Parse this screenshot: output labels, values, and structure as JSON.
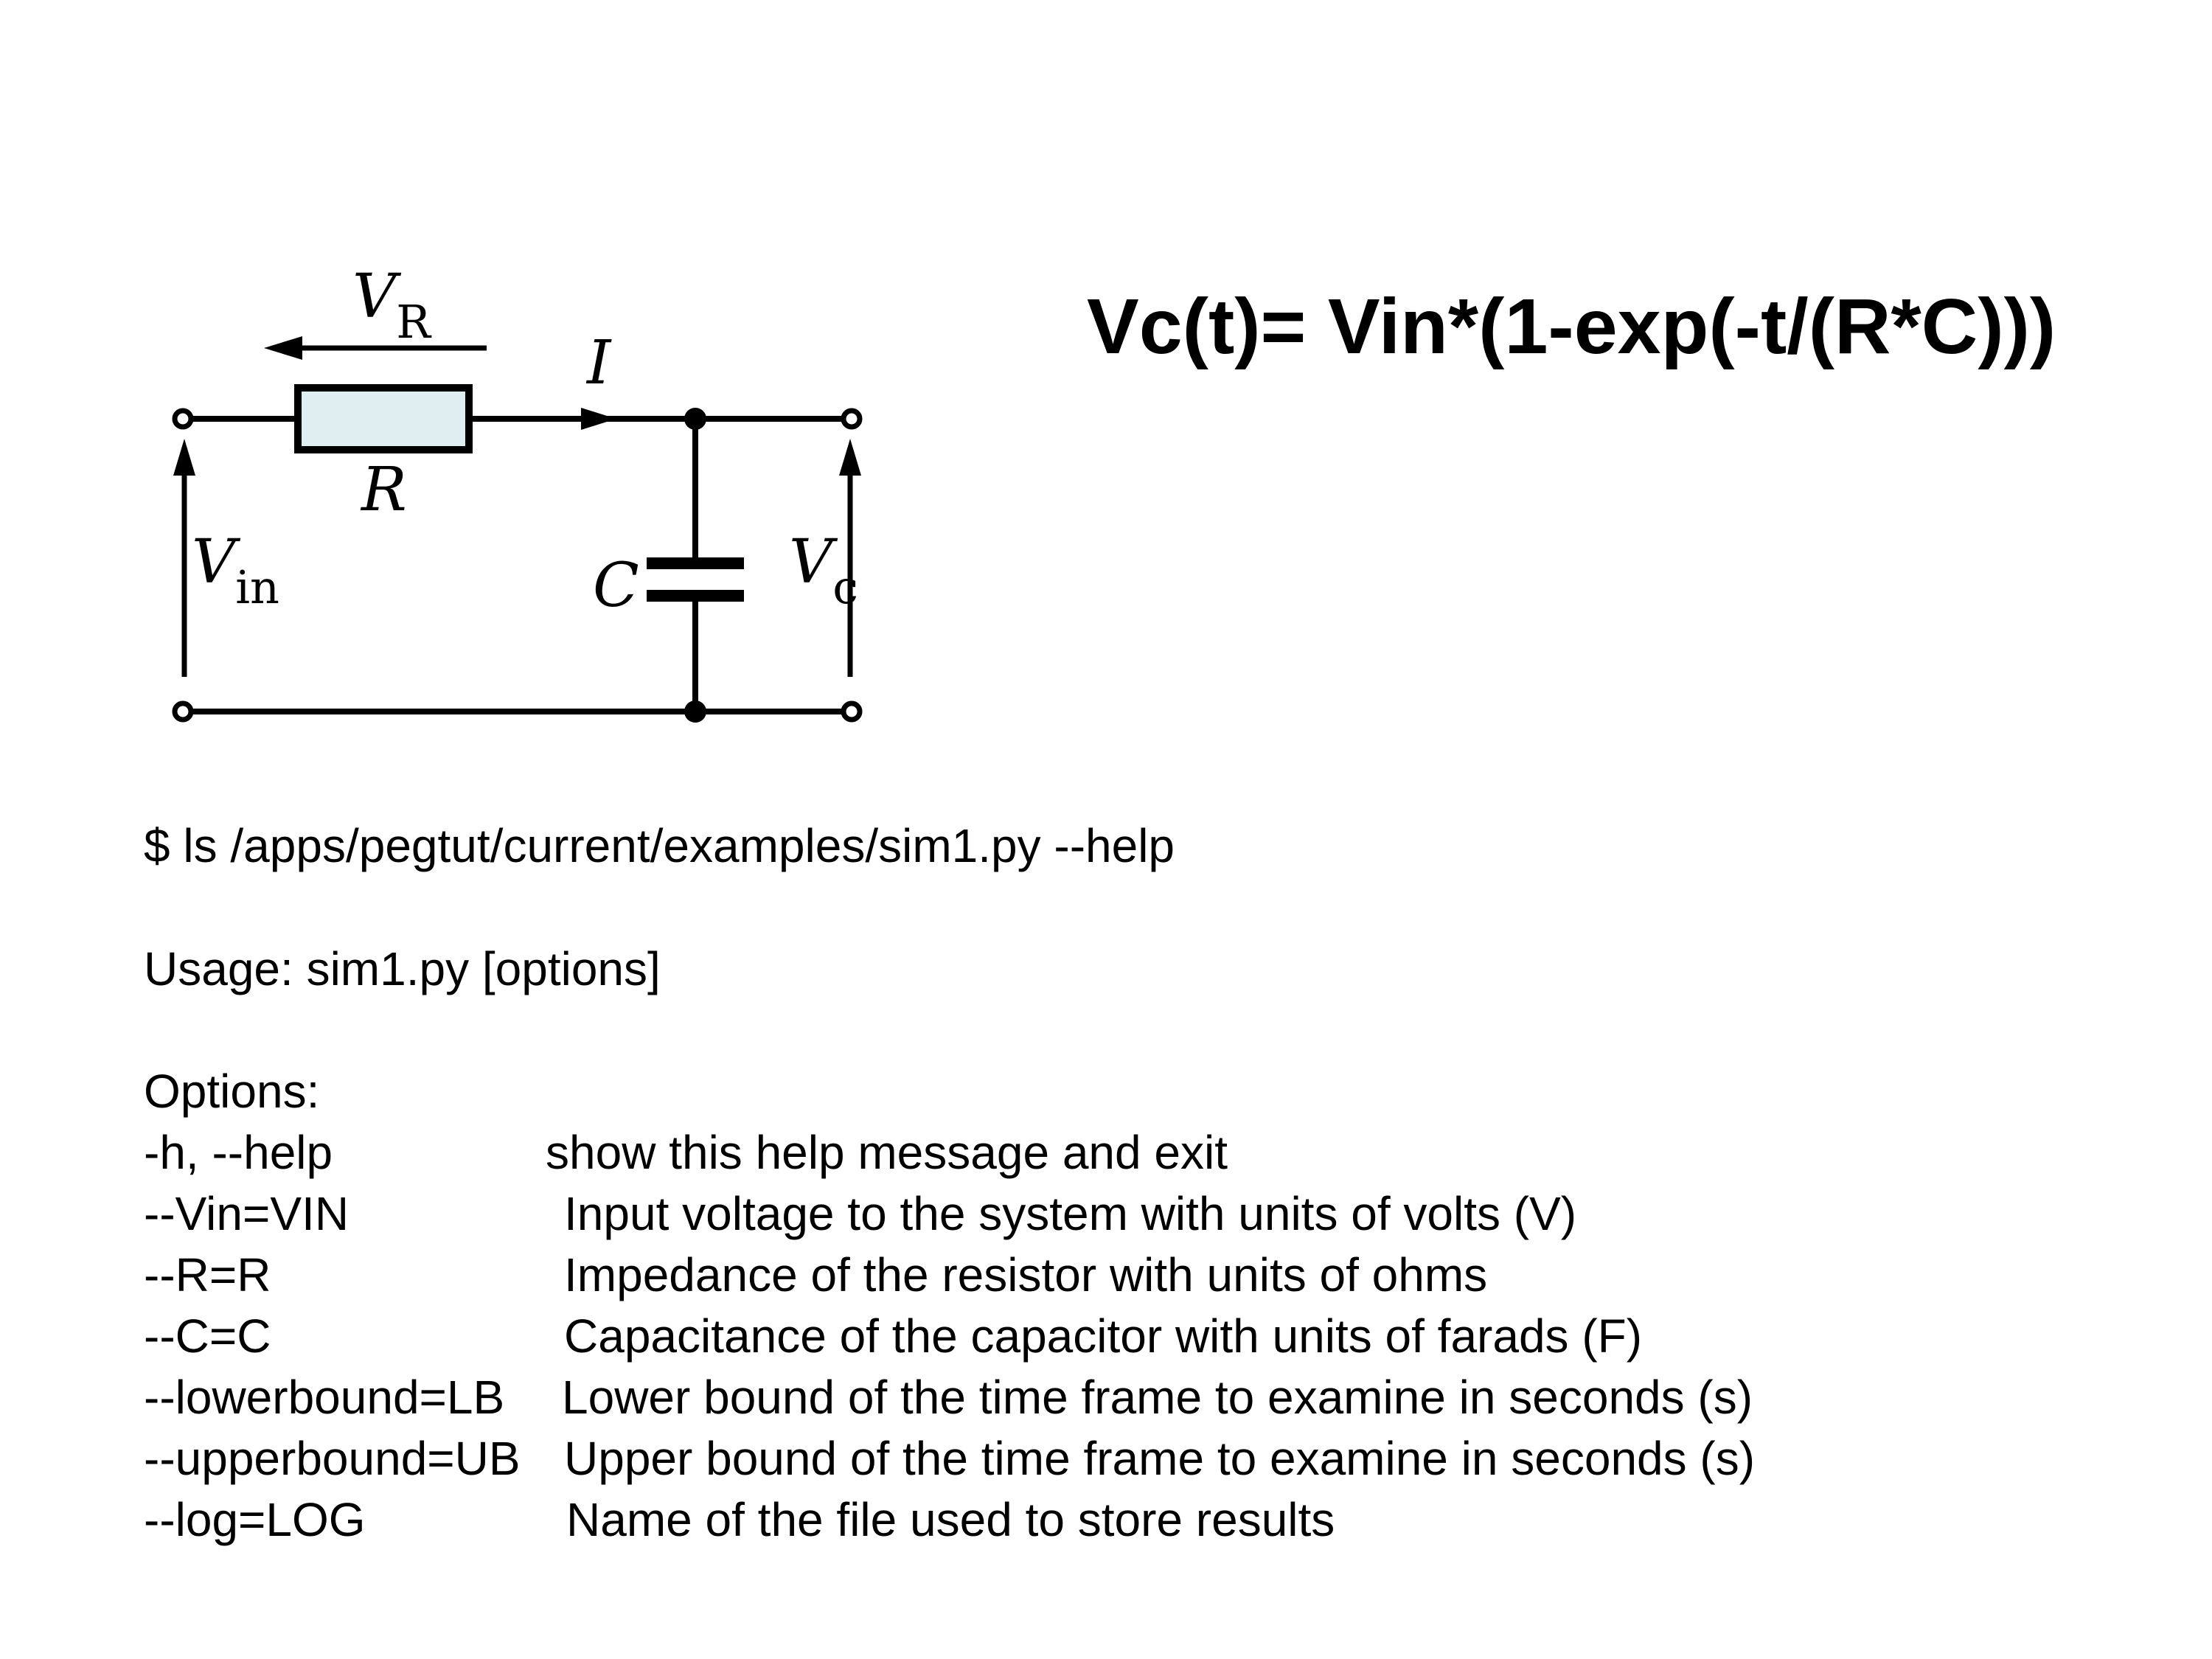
{
  "circuit": {
    "labels": {
      "vr_main": "V",
      "vr_sub": "R",
      "current": "I",
      "resistor": "R",
      "vin_main": "V",
      "vin_sub": "in",
      "capacitor": "C",
      "vc_main": "V",
      "vc_sub": "c"
    },
    "colors": {
      "wire": "#000000",
      "resistor_fill": "#dfeef0"
    }
  },
  "formula": "Vc(t)= Vin*(1-exp(-t/(R*C)))",
  "terminal": {
    "command": "$ ls /apps/pegtut/current/examples/sim1.py --help",
    "usage": "Usage: sim1.py [options]",
    "options_heading": "Options:",
    "options": [
      {
        "name": "-h, --help",
        "desc": "show this help message and exit"
      },
      {
        "name": "--Vin=VIN",
        "desc": "Input voltage to the system with units of volts (V)"
      },
      {
        "name": "--R=R",
        "desc": "Impedance of the resistor with units of ohms"
      },
      {
        "name": "--C=C",
        "desc": "Capacitance of the capacitor with units of farads (F)"
      },
      {
        "name": "--lowerbound=LB",
        "desc": "Lower bound of the time frame to examine in seconds (s)"
      },
      {
        "name": "--upperbound=UB",
        "desc": "Upper bound of the time frame to examine in seconds (s)"
      },
      {
        "name": "--log=LOG",
        "desc": "Name of the file used to store results"
      }
    ]
  }
}
